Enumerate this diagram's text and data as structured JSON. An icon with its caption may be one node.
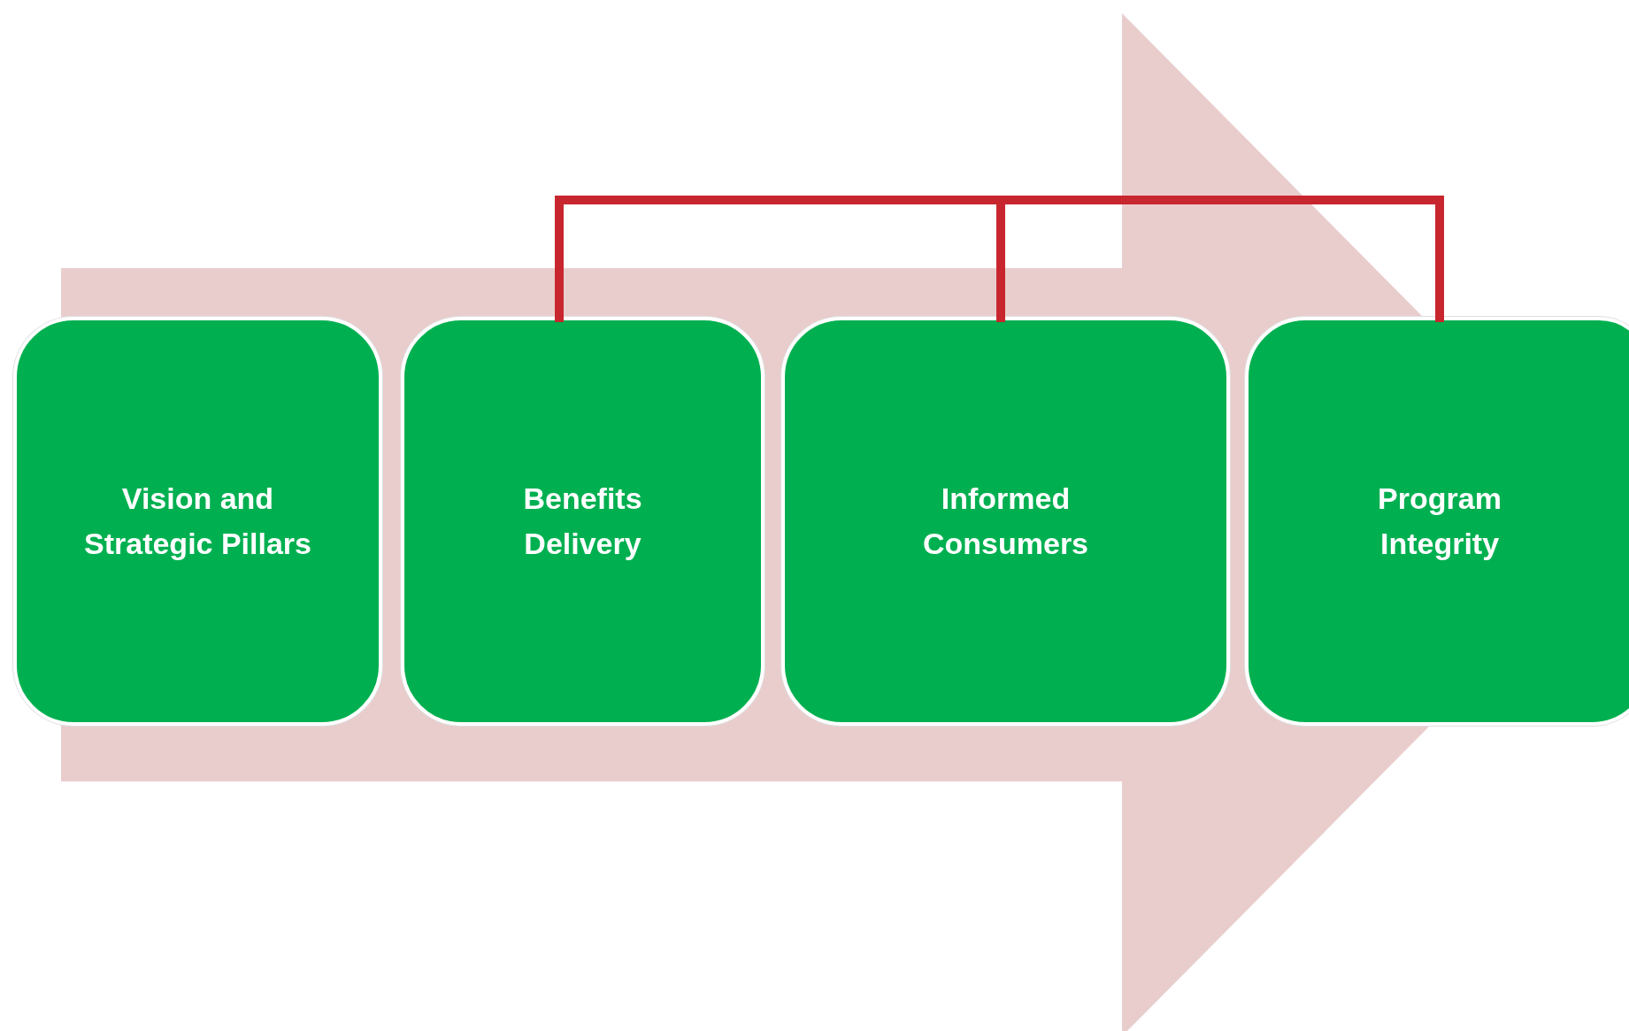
{
  "diagram": {
    "nodes": [
      {
        "text": [
          "Vision and Strategic Pillars"
        ]
      },
      {
        "text": [
          "Benefits Delivery"
        ]
      },
      {
        "text": [
          "Informed Consumers"
        ]
      },
      {
        "text": [
          "Program Integrity"
        ]
      }
    ],
    "edges": [
      {
        "from": 0,
        "to": 3,
        "arrow": "to",
        "style": "thick",
        "color": "#e9cdcd"
      }
    ]
  }
}
